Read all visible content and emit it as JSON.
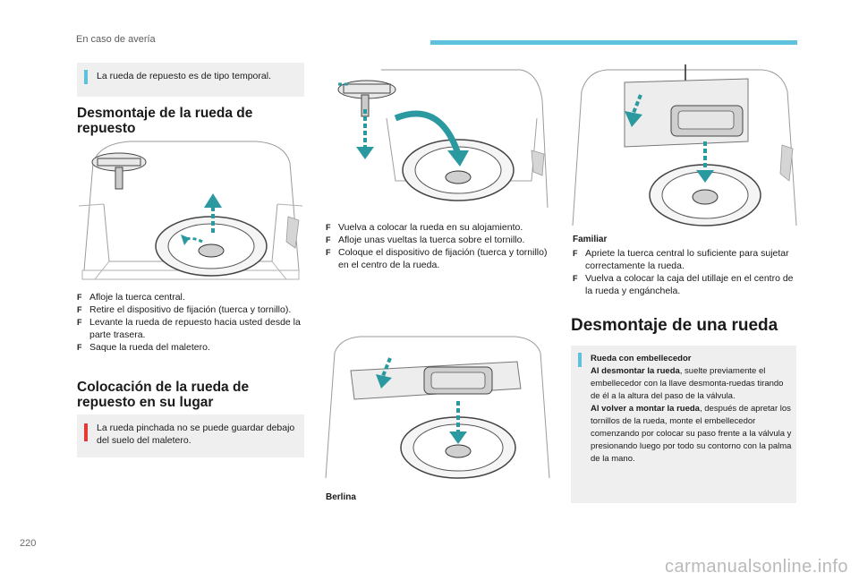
{
  "header": {
    "section": "En caso de avería"
  },
  "page_number": "220",
  "watermark": "carmanualsonline.info",
  "col1": {
    "note_spare": "La rueda de repuesto es de tipo temporal.",
    "heading_remove": "Desmontaje de la rueda de repuesto",
    "steps_remove": [
      "Afloje la tuerca central.",
      "Retire el dispositivo de fijación (tuerca y tornillo).",
      "Levante la rueda de repuesto hacia usted desde la parte trasera.",
      "Saque la rueda del maletero."
    ],
    "heading_place": "Colocación de la rueda de repuesto en su lugar",
    "warning": "La rueda pinchada no se puede guardar debajo del suelo del maletero."
  },
  "col2": {
    "steps_place": [
      "Vuelva a colocar la rueda en su alojamiento.",
      "Afloje unas vueltas la tuerca sobre el tornillo.",
      "Coloque el dispositivo de fijación (tuerca y tornillo) en el centro de la rueda."
    ],
    "caption_berlina": "Berlina"
  },
  "col3": {
    "caption_familiar": "Familiar",
    "steps_familiar": [
      "Apriete la tuerca central lo suficiente para sujetar correctamente la rueda.",
      "Vuelva a colocar la caja del utillaje en el centro de la rueda y engánchela."
    ],
    "heading_wheel": "Desmontaje de una rueda",
    "note": {
      "title": "Rueda con embellecedor",
      "p1_bold": "Al desmontar la rueda",
      "p1_text": ", suelte previamente el embellecedor con la llave desmonta-ruedas tirando de él a la altura del paso de la válvula.",
      "p2_bold": "Al volver a montar la rueda",
      "p2_text": ", después de apretar los tornillos de la rueda, monte el embellecedor comenzando por colocar su paso frente a la válvula y presionando luego por todo su contorno con la palma de la mano."
    }
  },
  "colors": {
    "accent": "#5fc2dc",
    "warning": "#e53935",
    "arrow_green": "#2b9aa0"
  }
}
